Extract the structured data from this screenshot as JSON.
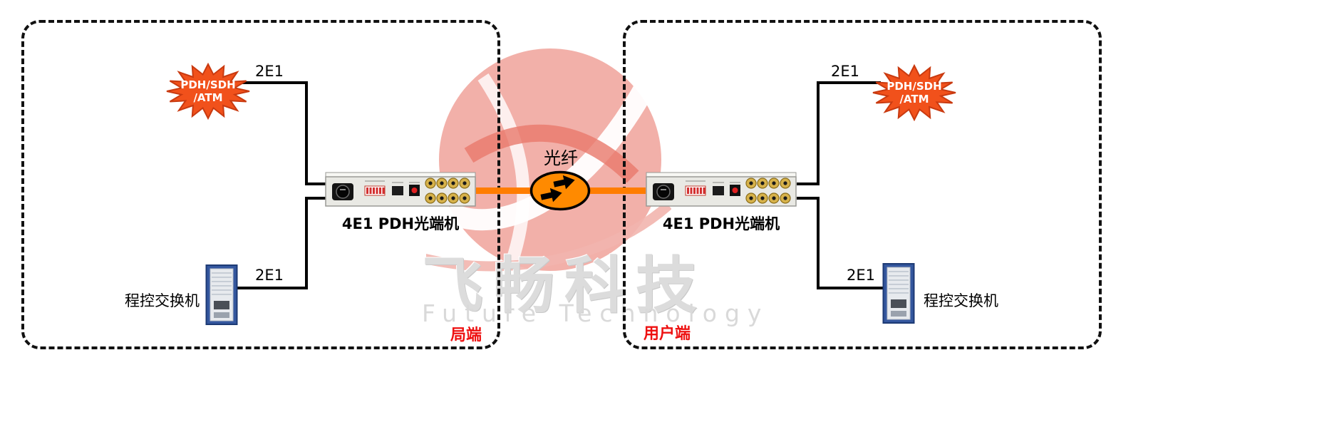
{
  "watermark": {
    "brand_cn": "飞畅科技",
    "brand_en": "Future Technology"
  },
  "fiber": {
    "label": "光纤",
    "color": "#ff7d00"
  },
  "zones": {
    "left": {
      "name": "局端",
      "starburst_line1": "PDH/SDH",
      "starburst_line2": "/ATM",
      "top_link_label": "2E1",
      "bottom_link_label": "2E1",
      "device_label": "4E1 PDH光端机",
      "switch_label": "程控交换机"
    },
    "right": {
      "name": "用户端",
      "starburst_line1": "PDH/SDH",
      "starburst_line2": "/ATM",
      "top_link_label": "2E1",
      "bottom_link_label": "2E1",
      "device_label": "4E1 PDH光端机",
      "switch_label": "程控交换机"
    }
  },
  "colors": {
    "starburst_fill": "#f1511b",
    "starburst_stroke": "#c93a10",
    "fiber_orange": "#ff7d00",
    "zone_name_red": "#ee1111"
  }
}
